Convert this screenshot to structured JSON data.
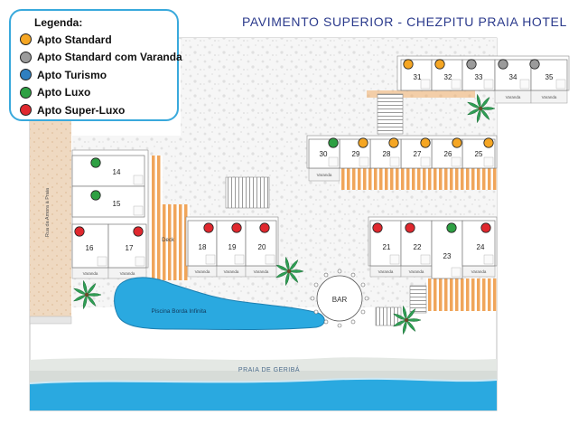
{
  "title": "PAVIMENTO SUPERIOR - CHEZPITU PRAIA HOTEL",
  "legend": {
    "title": "Legenda:",
    "items": [
      {
        "label": "Apto Standard",
        "color": "#f5a623"
      },
      {
        "label": "Apto Standard com Varanda",
        "color": "#9b9b9b"
      },
      {
        "label": "Apto Turismo",
        "color": "#2f7fc0"
      },
      {
        "label": "Apto Luxo",
        "color": "#2ea043"
      },
      {
        "label": "Apto Super-Luxo",
        "color": "#e0282e"
      }
    ]
  },
  "labels": {
    "street": "Rua da Amora à Praia",
    "deck": "Deck",
    "pool": "Piscina Borda Infinita",
    "bar": "BAR",
    "beach": "PRAIA DE GERIBÁ",
    "varanda": "Varanda"
  },
  "rooms": [
    {
      "number": "14",
      "type": "Apto Luxo"
    },
    {
      "number": "15",
      "type": "Apto Luxo"
    },
    {
      "number": "16",
      "type": "Apto Super-Luxo"
    },
    {
      "number": "17",
      "type": "Apto Super-Luxo"
    },
    {
      "number": "18",
      "type": "Apto Super-Luxo"
    },
    {
      "number": "19",
      "type": "Apto Super-Luxo"
    },
    {
      "number": "20",
      "type": "Apto Super-Luxo"
    },
    {
      "number": "21",
      "type": "Apto Super-Luxo"
    },
    {
      "number": "22",
      "type": "Apto Super-Luxo"
    },
    {
      "number": "23",
      "type": "Apto Luxo"
    },
    {
      "number": "24",
      "type": "Apto Super-Luxo"
    },
    {
      "number": "25",
      "type": "Apto Standard"
    },
    {
      "number": "26",
      "type": "Apto Standard"
    },
    {
      "number": "27",
      "type": "Apto Standard"
    },
    {
      "number": "28",
      "type": "Apto Standard"
    },
    {
      "number": "29",
      "type": "Apto Standard"
    },
    {
      "number": "30",
      "type": "Apto Luxo"
    },
    {
      "number": "31",
      "type": "Apto Standard"
    },
    {
      "number": "32",
      "type": "Apto Standard"
    },
    {
      "number": "33",
      "type": "Apto Standard com Varanda"
    },
    {
      "number": "34",
      "type": "Apto Standard com Varanda"
    },
    {
      "number": "35",
      "type": "Apto Standard com Varanda"
    }
  ],
  "colors": {
    "deck": "#f0a55a",
    "sea": "#2aa9e0",
    "sand": "#d7dcd8",
    "building": "#ffffff"
  }
}
